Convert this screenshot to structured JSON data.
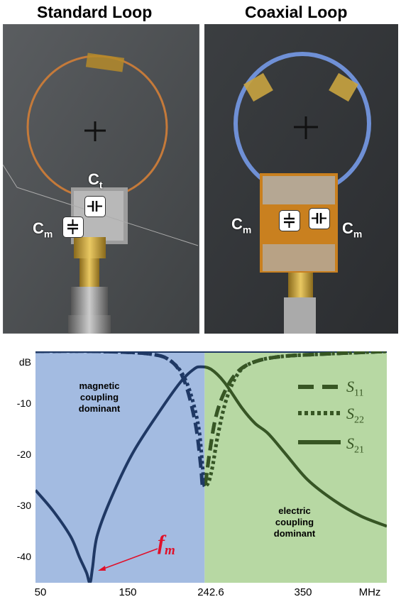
{
  "titles": {
    "left": "Standard Loop",
    "right": "Coaxial Loop"
  },
  "left_photo": {
    "cap_t": "C",
    "cap_t_sub": "t",
    "cap_m": "C",
    "cap_m_sub": "m"
  },
  "right_photo": {
    "cap_m_left": "C",
    "cap_m_left_sub": "m",
    "cap_m_right": "C",
    "cap_m_right_sub": "m"
  },
  "chart": {
    "ylabel": "dB",
    "yticks": [
      "-10",
      "-20",
      "-30",
      "-40"
    ],
    "xticks": [
      "50",
      "150",
      "242.6",
      "350",
      "MHz"
    ],
    "region_left": [
      "magnetic",
      "coupling",
      "dominant"
    ],
    "region_right": [
      "electric",
      "coupling",
      "dominant"
    ],
    "annotation_base": "f",
    "annotation_sub": "m",
    "legend": [
      {
        "base": "S",
        "sub": "11"
      },
      {
        "base": "S",
        "sub": "22"
      },
      {
        "base": "S",
        "sub": "21"
      }
    ],
    "colors": {
      "left_region": "#a3bbe1",
      "right_region": "#b7d8a3",
      "s11_s22": "#1f3864",
      "s21": "#375623",
      "annotation": "#e0102a"
    }
  },
  "chart_data": {
    "type": "line",
    "xlim": [
      50,
      450
    ],
    "ylim": [
      -45,
      0
    ],
    "divider_x": 242.6,
    "series": [
      {
        "name": "S11",
        "x": [
          50,
          120,
          180,
          205,
          220,
          232,
          238,
          240,
          242,
          244,
          248,
          255,
          265,
          280,
          300,
          330,
          380,
          450
        ],
        "y": [
          0,
          0,
          -0.5,
          -2,
          -6,
          -14,
          -22,
          -26,
          -26,
          -25,
          -20,
          -13,
          -8,
          -4,
          -2,
          -1,
          -0.5,
          0
        ]
      },
      {
        "name": "S22",
        "x": [
          50,
          120,
          180,
          205,
          222,
          235,
          240,
          242,
          245,
          248,
          252,
          258,
          268,
          282,
          300,
          330,
          380,
          450
        ],
        "y": [
          0,
          0,
          -0.5,
          -2,
          -6,
          -14,
          -22,
          -26,
          -26,
          -25,
          -22,
          -16,
          -9,
          -4,
          -2,
          -1,
          -0.5,
          0
        ]
      },
      {
        "name": "S21",
        "x": [
          50,
          70,
          90,
          100,
          108,
          112,
          115,
          120,
          135,
          160,
          190,
          215,
          230,
          238,
          250,
          265,
          285,
          300,
          315,
          335,
          360,
          390,
          420,
          450
        ],
        "y": [
          -27,
          -31,
          -36,
          -40,
          -43,
          -45,
          -42,
          -36,
          -29,
          -20,
          -12,
          -6,
          -3.5,
          -3,
          -3.5,
          -6,
          -11,
          -14,
          -16,
          -20,
          -25,
          -29,
          -32,
          -34
        ]
      }
    ]
  }
}
